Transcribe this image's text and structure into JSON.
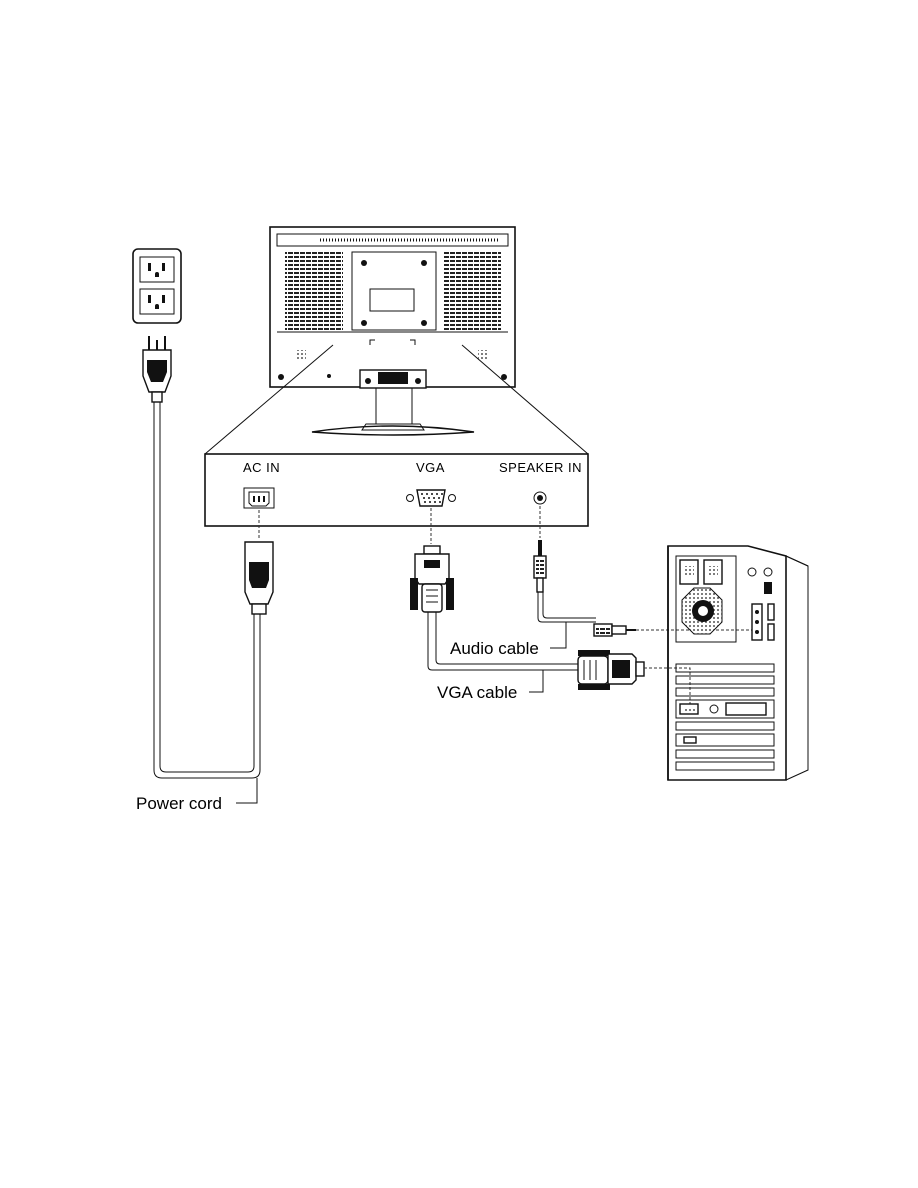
{
  "ports": {
    "ac_in": "AC IN",
    "vga": "VGA",
    "speaker_in": "SPEAKER IN"
  },
  "cables": {
    "audio": "Audio cable",
    "vga": "VGA cable",
    "power": "Power cord"
  },
  "icons": [
    "wall-outlet-icon",
    "power-plug-icon",
    "monitor-back-icon",
    "pc-tower-icon",
    "vga-connector-icon",
    "audio-jack-icon",
    "ac-inlet-icon"
  ]
}
